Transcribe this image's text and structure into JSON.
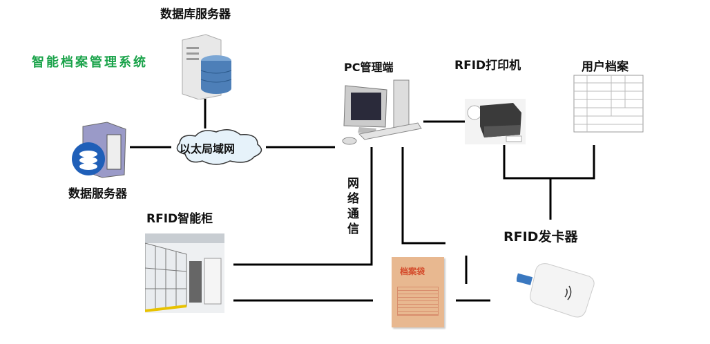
{
  "title": "智能档案管理系统",
  "nodes": {
    "db_server": "数据库服务器",
    "data_server": "数据服务器",
    "lan": "以太局域网",
    "pc": "PC管理端",
    "printer": "RFID打印机",
    "user_file": "用户档案",
    "cabinet": "RFID智能柜",
    "card_issuer": "RFID发卡器",
    "archive_bag": "档案袋"
  },
  "link_label": "网络通信",
  "colors": {
    "title": "#1aa34a",
    "line": "#000000"
  }
}
